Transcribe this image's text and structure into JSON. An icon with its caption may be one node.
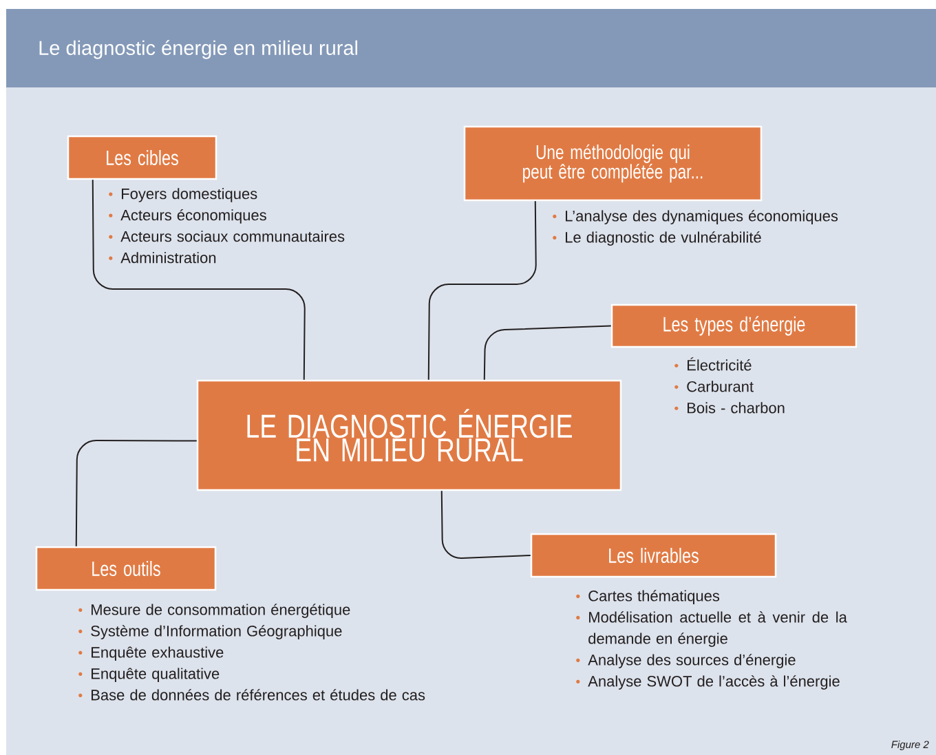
{
  "diagram": {
    "title": "Le diagnostic énergie en milieu rural",
    "caption": "Figure 2",
    "nodes": [
      {
        "text": [
          "LE DIAGNOSTIC ÉNERGIE EN MILIEU RURAL"
        ]
      },
      {
        "text": [
          "Les cibles"
        ],
        "beside": [
          "Foyers domestiques",
          "Acteurs économiques",
          "Acteurs sociaux communautaires",
          "Administration"
        ]
      },
      {
        "text": [
          "Une méthodologie qui peut être complétée par..."
        ],
        "beside": [
          "L’analyse des dynamiques économiques",
          "Le diagnostic de vulnérabilité"
        ]
      },
      {
        "text": [
          "Les types d’énergie"
        ],
        "beside": [
          "Électricité",
          "Carburant",
          "Bois - charbon"
        ]
      },
      {
        "text": [
          "Les outils"
        ],
        "beside": [
          "Mesure de consommation énergétique",
          "Système d’Information Géographique",
          "Enquête exhaustive",
          "Enquête qualitative",
          "Base de données de références et études de cas"
        ]
      },
      {
        "text": [
          "Les livrables"
        ],
        "beside": [
          "Cartes thématiques",
          "Modélisation actuelle et à venir de la demande en énergie",
          "Analyse des sources d’énergie",
          "Analyse SWOT de l’accès à l’énergie"
        ]
      }
    ],
    "edges": [
      {
        "from": 1,
        "to": 0,
        "arrow": "none"
      },
      {
        "from": 2,
        "to": 0,
        "arrow": "none"
      },
      {
        "from": 3,
        "to": 0,
        "arrow": "none"
      },
      {
        "from": 0,
        "to": 4,
        "arrow": "none"
      },
      {
        "from": 0,
        "to": 5,
        "arrow": "none"
      }
    ]
  }
}
